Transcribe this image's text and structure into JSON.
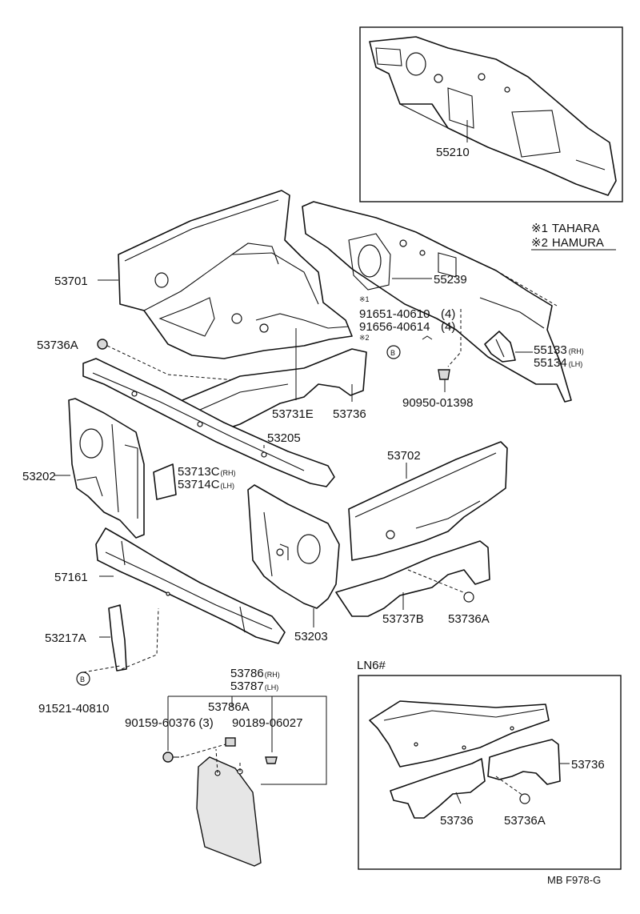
{
  "labels": {
    "p55210": "55210",
    "p53701": "53701",
    "p55239": "55239",
    "note_mark_1": "※1",
    "note_mark_2": "※2",
    "p91651": "91651-40610",
    "p91651_qty": "(4)",
    "p91656": "91656-40614",
    "p91656_qty": "(4)",
    "p53736A_top": "53736A",
    "p55133": "55133",
    "p55134": "55134",
    "p90950": "90950-01398",
    "p53731E": "53731E",
    "p53736_mid": "53736",
    "p53205": "53205",
    "p53202": "53202",
    "p53713C": "53713C",
    "p53714C": "53714C",
    "p53702": "53702",
    "p57161": "57161",
    "p53737B": "53737B",
    "p53736A_mid": "53736A",
    "p53203": "53203",
    "p53217A": "53217A",
    "p91521": "91521-40810",
    "p53786": "53786",
    "p53787": "53787",
    "p53786A": "53786A",
    "p90159": "90159-60376",
    "p90159_qty": "(3)",
    "p90189": "90189-06027",
    "ln6_title": "LN6#",
    "p53736_ln6_a": "53736",
    "p53736_ln6_b": "53736",
    "p53736A_ln6": "53736A",
    "code": "MB F978-G"
  },
  "side": {
    "rh": "(RH)",
    "lh": "(LH)"
  },
  "legend": {
    "mark1": "※1",
    "plant1": "TAHARA",
    "mark2": "※2",
    "plant2": "HAMURA"
  },
  "circle_marker": "B"
}
